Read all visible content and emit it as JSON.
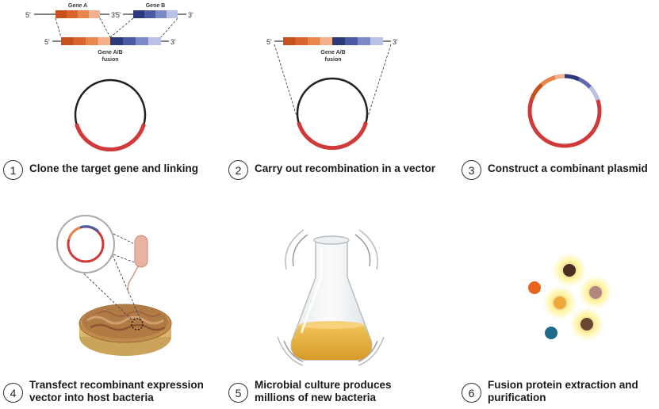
{
  "colors": {
    "orange_dark": "#c8501b",
    "orange_mid": "#e27a3c",
    "orange_light": "#f0b08a",
    "blue_dark": "#2b3a7a",
    "blue_mid": "#5b6cb3",
    "blue_light": "#b8c0e6",
    "plasmid_red": "#d13a3a",
    "plasmid_black": "#222222",
    "culture_gold": "#e2ad3c"
  },
  "step1": {
    "gene_a_label": "Gene A",
    "gene_b_label": "Gene B",
    "fusion_label_line1": "Gene A/B",
    "fusion_label_line2": "fusion",
    "five_prime": "5'",
    "three_prime": "3'",
    "number": "1",
    "text": "Clone the target gene and linking"
  },
  "step2": {
    "fusion_label_line1": "Gene A/B",
    "fusion_label_line2": "fusion",
    "five_prime": "5'",
    "three_prime": "3'",
    "number": "2",
    "text": "Carry out recombination in a vector"
  },
  "step3": {
    "number": "3",
    "text": "Construct a combinant plasmid"
  },
  "step4": {
    "number": "4",
    "text_line1": "Transfect recombinant expression",
    "text_line2": "vector into host bacteria"
  },
  "step5": {
    "number": "5",
    "text_line1": "Microbial culture produces",
    "text_line2": "millions of new bacteria"
  },
  "step6": {
    "number": "6",
    "text_line1": "Fusion protein extraction and",
    "text_line2": "purification"
  }
}
